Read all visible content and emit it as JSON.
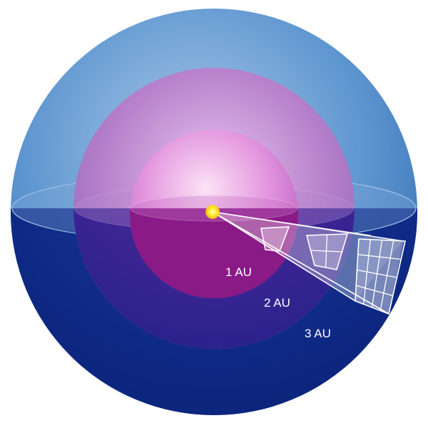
{
  "distance_labels": [
    "1 AU",
    "2 AU",
    "3 AU"
  ],
  "colors": {
    "sun": "#ffee33",
    "outer_sphere": "#3d7fc1",
    "middle_sphere": "#b36cc4",
    "inner_sphere": "#d87ad3",
    "lower_hemisphere": "#0c2a86",
    "grid_lines": "#ffffff"
  },
  "grid_cells_per_side": [
    1,
    2,
    4
  ]
}
